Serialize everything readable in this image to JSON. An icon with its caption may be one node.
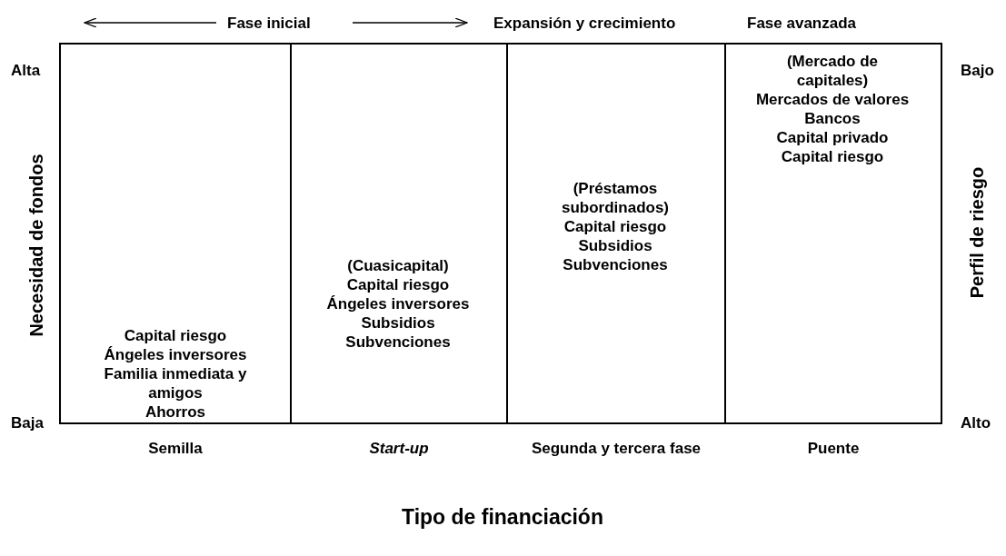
{
  "diagram": {
    "nodes": [
      {
        "text": [
          "Capital riesgo",
          "Ángeles inversores",
          "Familia inmediata y amigos",
          "Ahorros"
        ],
        "beside": [
          "Semilla"
        ]
      },
      {
        "text": [
          "(Cuasicapital)",
          "Capital riesgo",
          "Ángeles inversores",
          "Subsidios",
          "Subvenciones"
        ],
        "beside": [
          "Start-up"
        ]
      },
      {
        "text": [
          "(Préstamos subordinados)",
          "Capital riesgo",
          "Subsidios",
          "Subvenciones"
        ],
        "beside": [
          "Segunda y tercera fase"
        ]
      },
      {
        "text": [
          "(Mercado de capitales)",
          "Mercados de valores",
          "Bancos",
          "Capital privado",
          "Capital riesgo"
        ],
        "beside": [
          "Puente"
        ]
      }
    ],
    "edges": [],
    "labels": [
      "Fase inicial",
      "Expansión y crecimiento",
      "Fase avanzada",
      "Alta",
      "Bajo",
      "Necesidad de fondos",
      "Perfil de riesgo",
      "Baja",
      "Alto",
      "Tipo de financiación"
    ]
  }
}
